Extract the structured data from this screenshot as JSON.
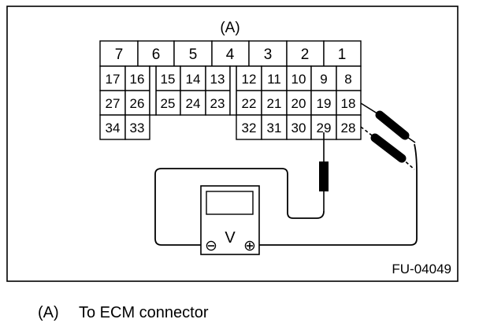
{
  "connector_label": "(A)",
  "figure_code": "FU-04049",
  "connector": {
    "header_numbers": [
      "7",
      "6",
      "5",
      "4",
      "3",
      "2",
      "1"
    ],
    "row_1": [
      "17",
      "16",
      "15",
      "14",
      "13",
      "12",
      "11",
      "10",
      "9",
      "8"
    ],
    "row_2": [
      "27",
      "26",
      "25",
      "24",
      "23",
      "22",
      "21",
      "20",
      "19",
      "18"
    ],
    "row_3_left": [
      "34",
      "33"
    ],
    "row_3_right": [
      "32",
      "31",
      "30",
      "29",
      "28"
    ]
  },
  "meter": {
    "symbol": "V",
    "negative_terminal": "⊖",
    "positive_terminal": "⊕"
  },
  "legend": {
    "tag": "(A)",
    "text": "To ECM connector"
  }
}
